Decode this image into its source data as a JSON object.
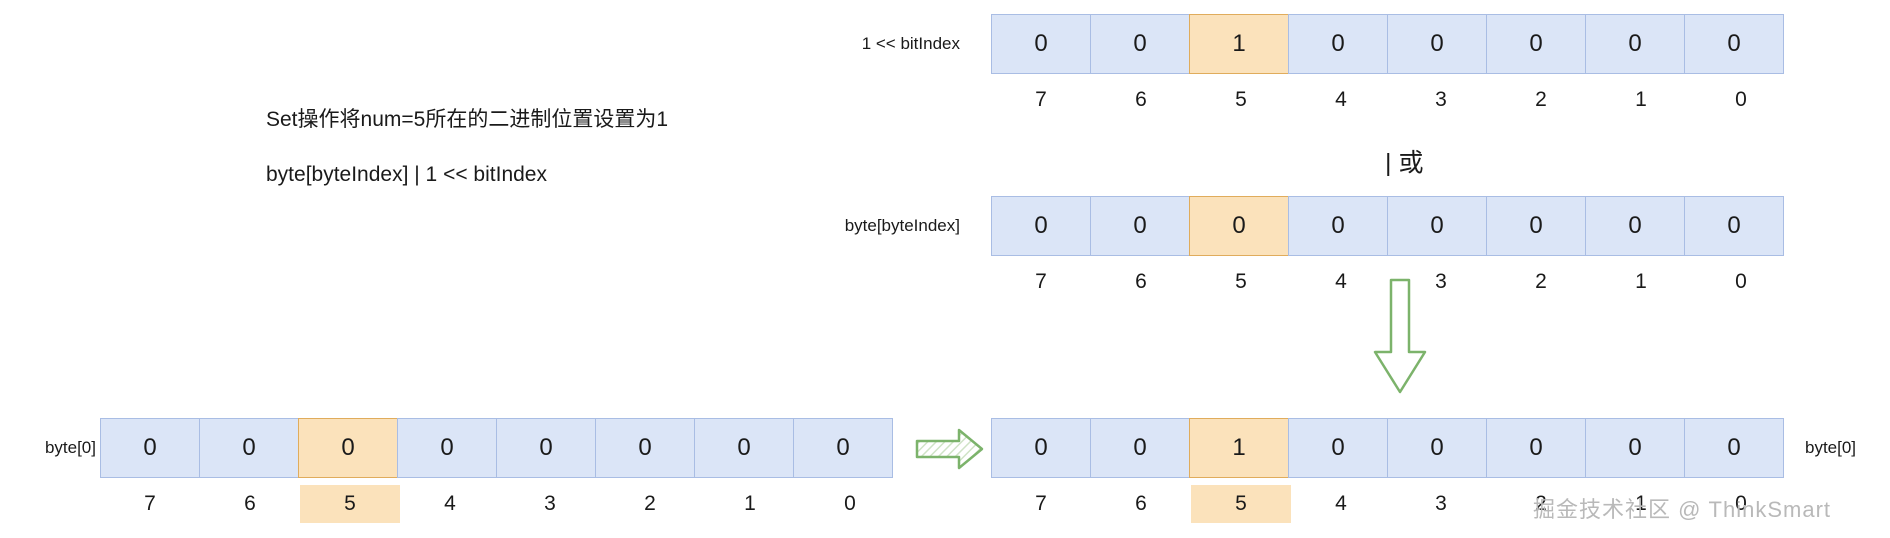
{
  "diagram": {
    "title_note_line1": "Set操作将num=5所在的二进制位置设置为1",
    "title_note_line2": "byte[byteIndex] | 1 << bitIndex",
    "operator_label": "| 或",
    "watermark": "掘金技术社区 @ ThinkSmart",
    "colors": {
      "cell_fill": "#dbe5f7",
      "cell_border": "#a9bde4",
      "highlight_fill": "#fbe2bb",
      "highlight_border": "#e0ac5c",
      "arrow_stroke": "#7cb36b",
      "text": "#1a1a1a",
      "watermark": "#b9b9b9"
    },
    "rows": [
      {
        "name": "mask-row",
        "label": "1 << bitIndex",
        "label_side": "left",
        "bits": [
          "0",
          "0",
          "1",
          "0",
          "0",
          "0",
          "0",
          "0"
        ],
        "indices": [
          "7",
          "6",
          "5",
          "4",
          "3",
          "2",
          "1",
          "0"
        ],
        "highlight_bit_index": 2,
        "highlight_index_label": false
      },
      {
        "name": "operand-row",
        "label": "byte[byteIndex]",
        "label_side": "left",
        "bits": [
          "0",
          "0",
          "0",
          "0",
          "0",
          "0",
          "0",
          "0"
        ],
        "indices": [
          "7",
          "6",
          "5",
          "4",
          "3",
          "2",
          "1",
          "0"
        ],
        "highlight_bit_index": 2,
        "highlight_index_label": false
      },
      {
        "name": "before-row",
        "label": "byte[0]",
        "label_side": "left",
        "bits": [
          "0",
          "0",
          "0",
          "0",
          "0",
          "0",
          "0",
          "0"
        ],
        "indices": [
          "7",
          "6",
          "5",
          "4",
          "3",
          "2",
          "1",
          "0"
        ],
        "highlight_bit_index": 2,
        "highlight_index_label": true
      },
      {
        "name": "result-row",
        "label": "byte[0]",
        "label_side": "right",
        "bits": [
          "0",
          "0",
          "1",
          "0",
          "0",
          "0",
          "0",
          "0"
        ],
        "indices": [
          "7",
          "6",
          "5",
          "4",
          "3",
          "2",
          "1",
          "0"
        ],
        "highlight_bit_index": 2,
        "highlight_index_label": true
      }
    ]
  }
}
